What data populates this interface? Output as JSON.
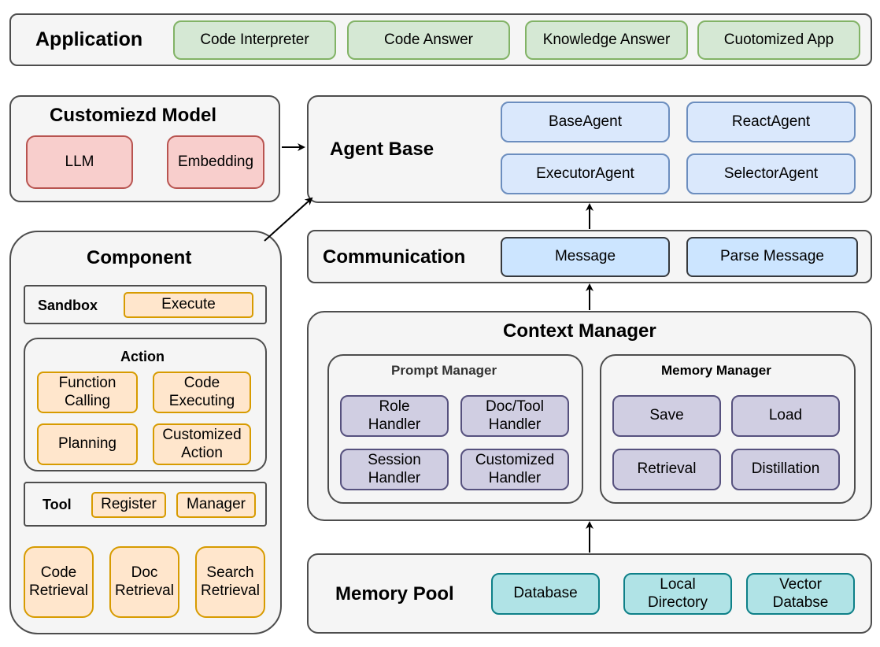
{
  "application": {
    "title": "Application",
    "items": [
      "Code Interpreter",
      "Code Answer",
      "Knowledge Answer",
      "Cuotomized App"
    ]
  },
  "customized_model": {
    "title": "Customiezd Model",
    "items": [
      "LLM",
      "Embedding"
    ]
  },
  "agent_base": {
    "title": "Agent Base",
    "items": [
      "BaseAgent",
      "ReactAgent",
      "ExecutorAgent",
      "SelectorAgent"
    ]
  },
  "communication": {
    "title": "Communication",
    "items": [
      "Message",
      "Parse Message"
    ]
  },
  "context_manager": {
    "title": "Context Manager",
    "prompt_manager": {
      "title": "Prompt Manager",
      "items": [
        "Role Handler",
        "Doc/Tool Handler",
        "Session Handler",
        "Customized Handler"
      ]
    },
    "memory_manager": {
      "title": "Memory Manager",
      "items": [
        "Save",
        "Load",
        "Retrieval",
        "Distillation"
      ]
    }
  },
  "memory_pool": {
    "title": "Memory Pool",
    "items": [
      "Database",
      "Local Directory",
      "Vector Databse"
    ]
  },
  "component": {
    "title": "Component",
    "sandbox": {
      "title": "Sandbox",
      "items": [
        "Execute"
      ]
    },
    "action": {
      "title": "Action",
      "items": [
        "Function Calling",
        "Code Executing",
        "Planning",
        "Customized Action"
      ]
    },
    "tool": {
      "title": "Tool",
      "items": [
        "Register",
        "Manager"
      ]
    },
    "retrieval": [
      "Code Retrieval",
      "Doc Retrieval",
      "Search Retrieval"
    ]
  },
  "colors": {
    "panel_fill": "#f5f5f5",
    "green": "#d5e8d4",
    "red": "#f8cecc",
    "blue": "#dae8fc",
    "orange": "#ffe6cc",
    "purple": "#d0cee2",
    "teal": "#b0e3e6"
  }
}
